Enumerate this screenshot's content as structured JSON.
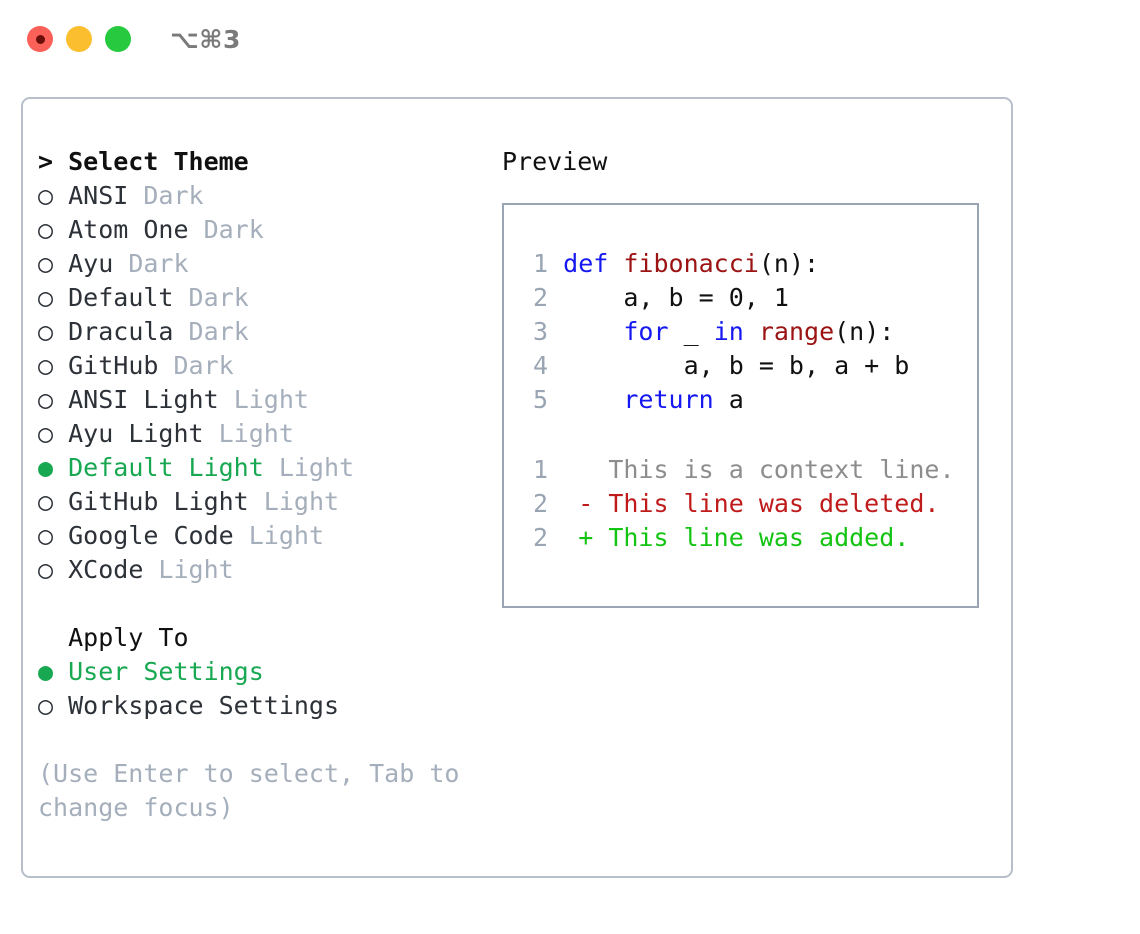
{
  "window": {
    "shortcut": "⌥⌘3",
    "traffic_lights": [
      {
        "name": "close-button",
        "color": "#fb6059"
      },
      {
        "name": "minimize-button",
        "color": "#fbbe2e"
      },
      {
        "name": "maximize-button",
        "color": "#27c93f"
      }
    ]
  },
  "theme_list": {
    "header": "> Select Theme",
    "items": [
      {
        "bullet": "○",
        "label": "ANSI",
        "variant": "Dark",
        "selected": false
      },
      {
        "bullet": "○",
        "label": "Atom One",
        "variant": "Dark",
        "selected": false
      },
      {
        "bullet": "○",
        "label": "Ayu",
        "variant": "Dark",
        "selected": false
      },
      {
        "bullet": "○",
        "label": "Default",
        "variant": "Dark",
        "selected": false
      },
      {
        "bullet": "○",
        "label": "Dracula",
        "variant": "Dark",
        "selected": false
      },
      {
        "bullet": "○",
        "label": "GitHub",
        "variant": "Dark",
        "selected": false
      },
      {
        "bullet": "○",
        "label": "ANSI Light",
        "variant": "Light",
        "selected": false
      },
      {
        "bullet": "○",
        "label": "Ayu Light",
        "variant": "Light",
        "selected": false
      },
      {
        "bullet": "●",
        "label": "Default Light",
        "variant": "Light",
        "selected": true
      },
      {
        "bullet": "○",
        "label": "GitHub Light",
        "variant": "Light",
        "selected": false
      },
      {
        "bullet": "○",
        "label": "Google Code",
        "variant": "Light",
        "selected": false
      },
      {
        "bullet": "○",
        "label": "XCode",
        "variant": "Light",
        "selected": false
      }
    ]
  },
  "apply_to": {
    "title": "  Apply To",
    "items": [
      {
        "bullet": "●",
        "label": "User Settings",
        "selected": true
      },
      {
        "bullet": "○",
        "label": "Workspace Settings",
        "selected": false
      }
    ]
  },
  "help": {
    "line1": "(Use Enter to select, Tab to",
    "line2": "change focus)"
  },
  "preview": {
    "title": "Preview",
    "code": [
      {
        "num": "1",
        "tokens": [
          {
            "t": "def ",
            "c": "kw"
          },
          {
            "t": "fibonacci",
            "c": "fn"
          },
          {
            "t": "(n):",
            "c": "plain"
          }
        ]
      },
      {
        "num": "2",
        "tokens": [
          {
            "t": "    a, b = 0, 1",
            "c": "plain"
          }
        ]
      },
      {
        "num": "3",
        "tokens": [
          {
            "t": "    ",
            "c": "plain"
          },
          {
            "t": "for",
            "c": "kw"
          },
          {
            "t": " _ ",
            "c": "plain"
          },
          {
            "t": "in",
            "c": "kw"
          },
          {
            "t": " ",
            "c": "plain"
          },
          {
            "t": "range",
            "c": "fn"
          },
          {
            "t": "(n):",
            "c": "plain"
          }
        ]
      },
      {
        "num": "4",
        "tokens": [
          {
            "t": "        a, b = b, a + b",
            "c": "plain"
          }
        ]
      },
      {
        "num": "5",
        "tokens": [
          {
            "t": "    ",
            "c": "plain"
          },
          {
            "t": "return",
            "c": "kw"
          },
          {
            "t": " a",
            "c": "plain"
          }
        ]
      }
    ],
    "diff": [
      {
        "num": "1",
        "marker": "  ",
        "text": "This is a context line.",
        "kind": "ctx"
      },
      {
        "num": "2",
        "marker": "- ",
        "text": "This line was deleted.",
        "kind": "del"
      },
      {
        "num": "2",
        "marker": "+ ",
        "text": "This line was added.",
        "kind": "add"
      }
    ]
  },
  "colors": {
    "accent_green": "#18a851",
    "muted": "#a5aebb",
    "border": "#b7bfca",
    "preview_border": "#9aa5b3",
    "keyword": "#1518f0",
    "function": "#9b1313",
    "diff_add": "#13c413",
    "diff_del": "#bf1b1b",
    "diff_ctx": "#8d8d8d"
  }
}
